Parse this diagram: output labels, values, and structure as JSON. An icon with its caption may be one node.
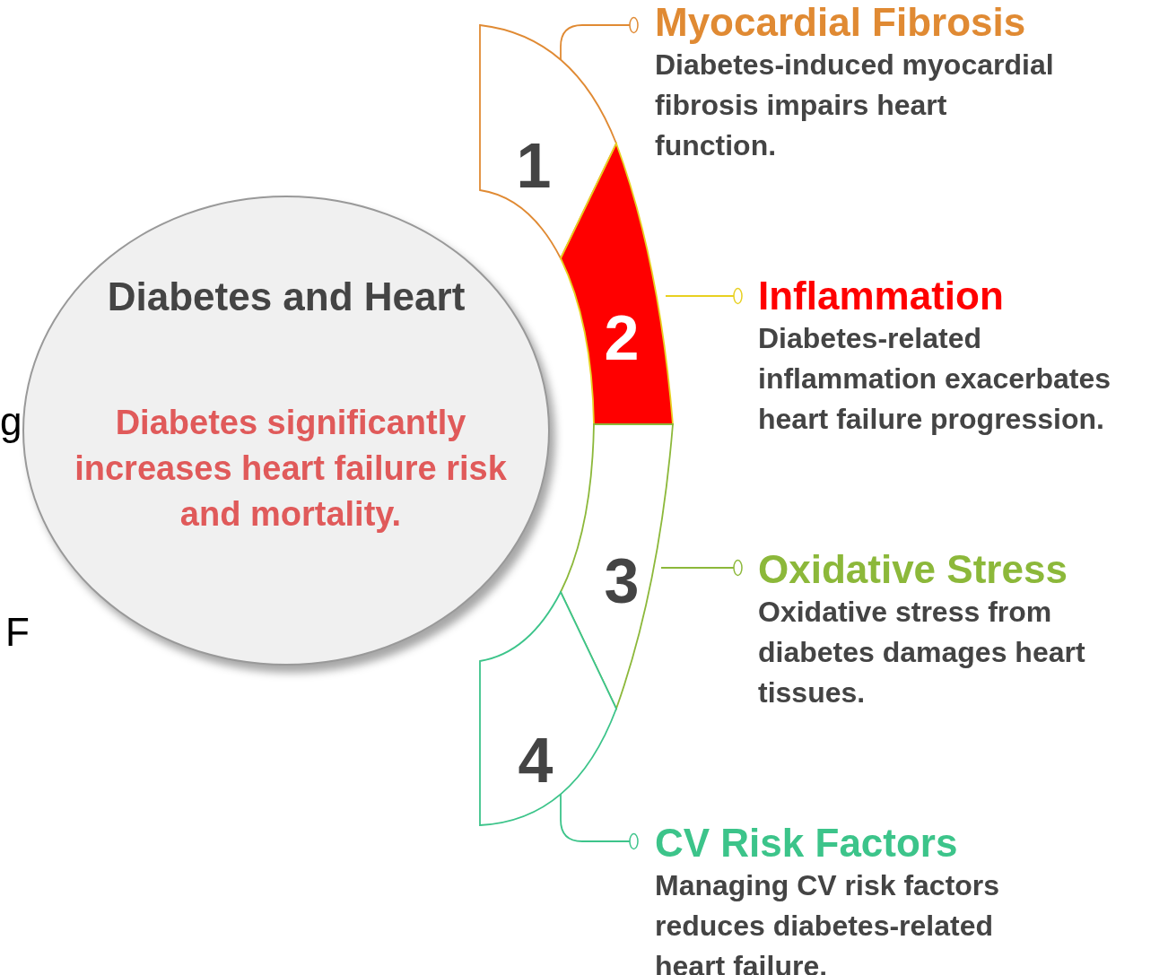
{
  "diagram": {
    "nodes": [
      {
        "text": [
          "Diabetes and Heart",
          "Diabetes significantly increases heart failure risk and mortality."
        ]
      },
      {
        "text": [
          "1"
        ]
      },
      {
        "text": [
          "2"
        ]
      },
      {
        "text": [
          "3"
        ]
      },
      {
        "text": [
          "4"
        ]
      },
      {
        "text": [
          "Myocardial Fibrosis",
          "Diabetes-induced myocardial fibrosis impairs heart function."
        ]
      },
      {
        "text": [
          "Inflammation",
          "Diabetes-related inflammation exacerbates heart failure progression."
        ]
      },
      {
        "text": [
          "Oxidative Stress",
          "Oxidative stress from diabetes damages heart tissues."
        ]
      },
      {
        "text": [
          "CV Risk Factors",
          "Managing CV risk factors reduces diabetes-related heart failure."
        ]
      }
    ],
    "edges": [
      {
        "from": 1,
        "to": 5,
        "arrow": "other",
        "color": "#e08a33"
      },
      {
        "from": 2,
        "to": 6,
        "arrow": "other",
        "color": "#e8d020"
      },
      {
        "from": 3,
        "to": 7,
        "arrow": "other",
        "color": "#8cb83a"
      },
      {
        "from": 4,
        "to": 8,
        "arrow": "other",
        "color": "#3cc48a"
      }
    ],
    "labels": [
      "g",
      "F"
    ]
  }
}
